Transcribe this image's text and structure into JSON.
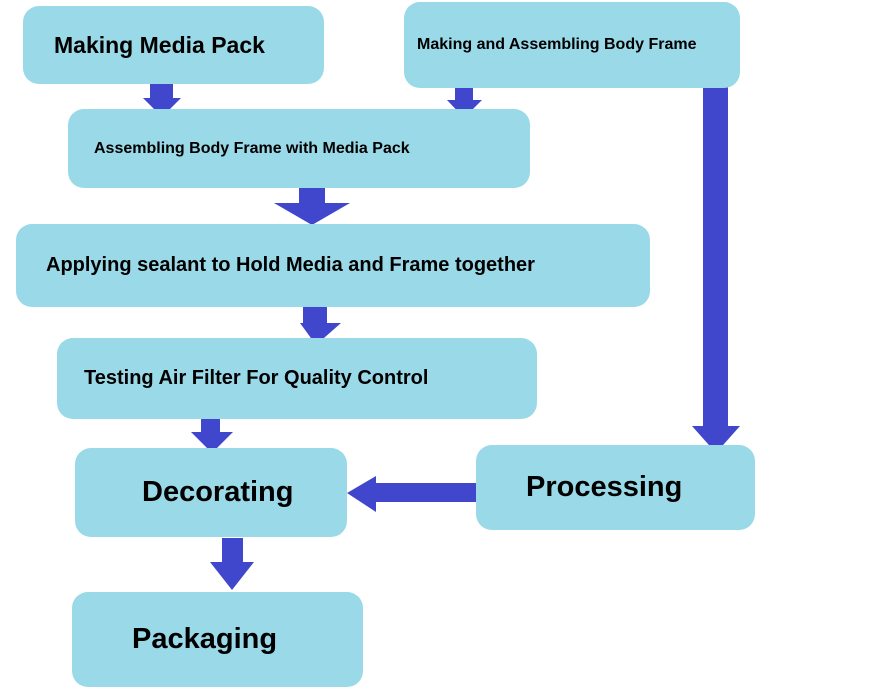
{
  "diagram": {
    "type": "flowchart",
    "colors": {
      "box_fill": "#9ad9e8",
      "arrow_fill": "#4147cc",
      "text": "#000000",
      "background": "#ffffff"
    },
    "nodes": {
      "making_media_pack": "Making Media Pack",
      "making_body_frame": "Making and Assembling Body Frame",
      "assembling_body_frame": "Assembling Body Frame with Media Pack",
      "applying_sealant": "Applying sealant to Hold Media and Frame together",
      "testing_air_filter": "Testing Air Filter For Quality Control",
      "decorating": "Decorating",
      "processing": "Processing",
      "packaging": "Packaging"
    },
    "edges": [
      {
        "from": "making_media_pack",
        "to": "assembling_body_frame"
      },
      {
        "from": "making_body_frame",
        "to": "assembling_body_frame"
      },
      {
        "from": "making_body_frame",
        "to": "processing"
      },
      {
        "from": "assembling_body_frame",
        "to": "applying_sealant"
      },
      {
        "from": "applying_sealant",
        "to": "testing_air_filter"
      },
      {
        "from": "testing_air_filter",
        "to": "decorating"
      },
      {
        "from": "processing",
        "to": "decorating"
      },
      {
        "from": "decorating",
        "to": "packaging"
      }
    ]
  }
}
